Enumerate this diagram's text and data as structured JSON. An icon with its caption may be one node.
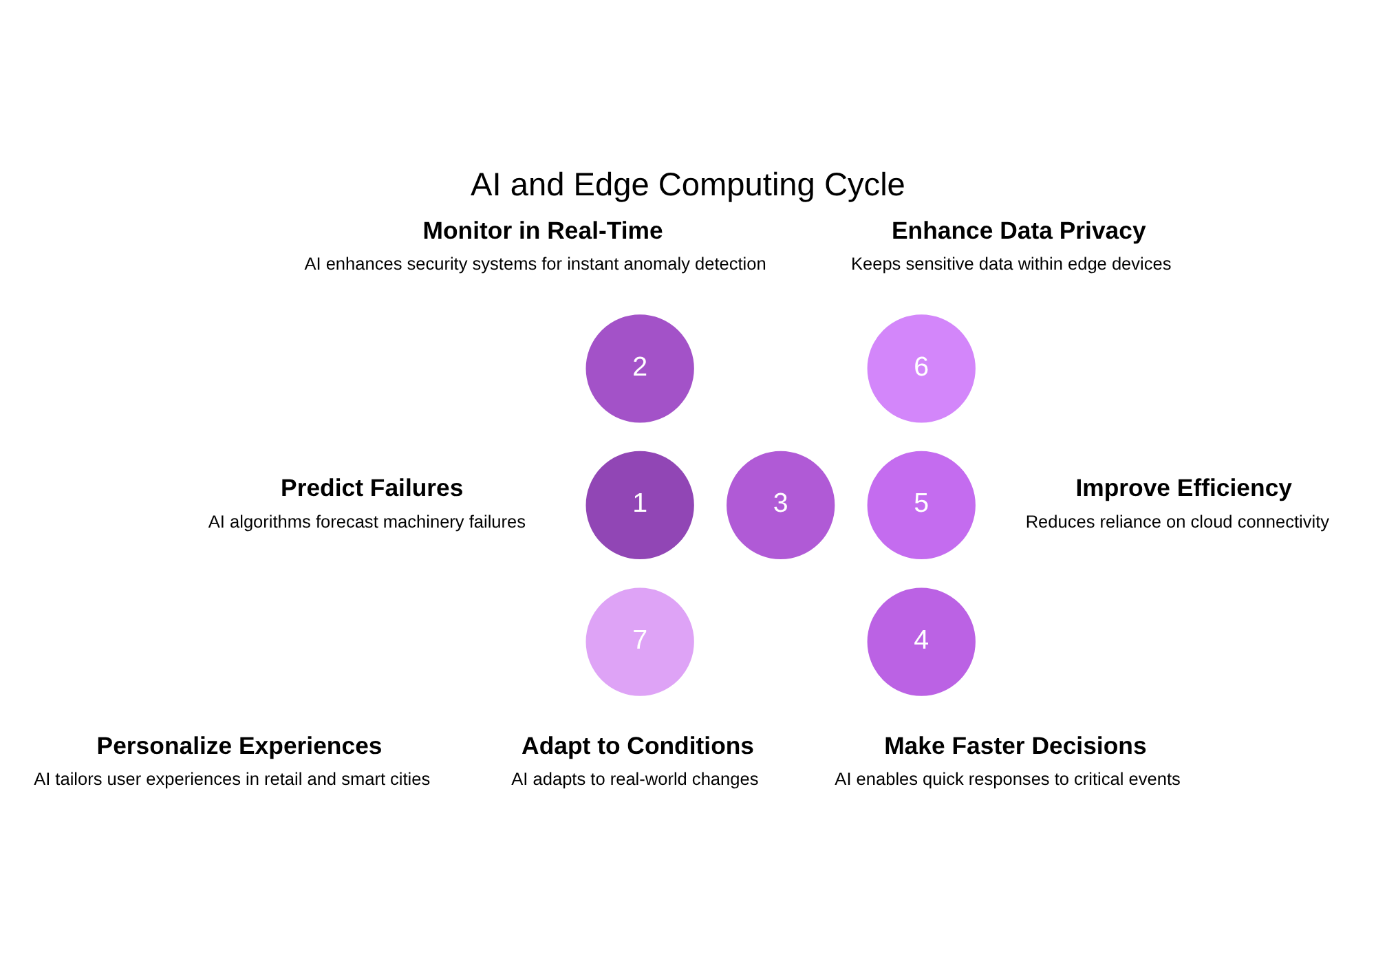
{
  "diagram": {
    "title": "AI and Edge Computing Cycle",
    "nodes": [
      {
        "text": [
          "1"
        ],
        "beside": [
          "Predict Failures",
          "AI algorithms forecast machinery failures"
        ]
      },
      {
        "text": [
          "2"
        ],
        "beside": [
          "Monitor in Real-Time",
          "AI enhances security systems for instant anomaly detection"
        ]
      },
      {
        "text": [
          "3"
        ],
        "beside": [
          "Personalize Experiences",
          "AI tailors user experiences in retail and smart cities"
        ]
      },
      {
        "text": [
          "4"
        ],
        "beside": [
          "Make Faster Decisions",
          "AI enables quick responses to critical events"
        ]
      },
      {
        "text": [
          "5"
        ],
        "beside": [
          "Improve Efficiency",
          "Reduces reliance on cloud connectivity"
        ]
      },
      {
        "text": [
          "6"
        ],
        "beside": [
          "Enhance Data Privacy",
          "Keeps sensitive data within edge devices"
        ]
      },
      {
        "text": [
          "7"
        ],
        "beside": [
          "Adapt to Conditions",
          "AI adapts to real-world changes"
        ]
      }
    ],
    "edges": []
  }
}
